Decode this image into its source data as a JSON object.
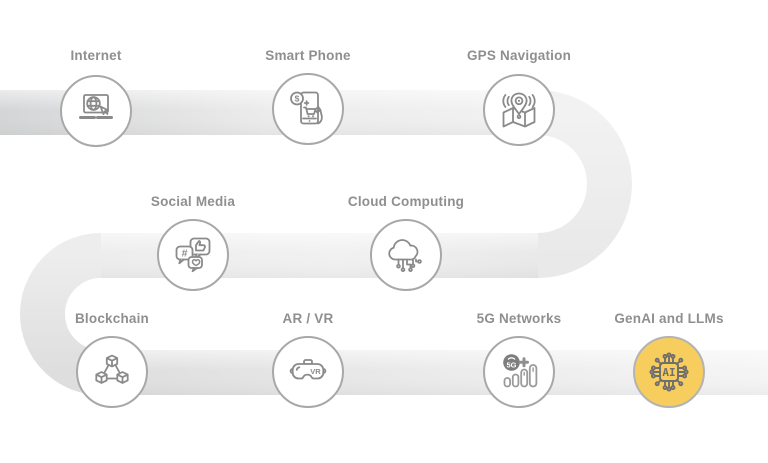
{
  "diagram": {
    "title": "",
    "items": [
      {
        "label": "Internet",
        "icon": "laptop-globe-icon",
        "row": 1,
        "highlighted": false
      },
      {
        "label": "Smart Phone",
        "icon": "mobile-payment-icon",
        "row": 1,
        "highlighted": false
      },
      {
        "label": "GPS Navigation",
        "icon": "map-pin-icon",
        "row": 1,
        "highlighted": false
      },
      {
        "label": "Social Media",
        "icon": "chat-bubbles-icon",
        "row": 2,
        "highlighted": false
      },
      {
        "label": "Cloud Computing",
        "icon": "cloud-circuit-icon",
        "row": 2,
        "highlighted": false
      },
      {
        "label": "Blockchain",
        "icon": "cubes-network-icon",
        "row": 3,
        "highlighted": false
      },
      {
        "label": "AR / VR",
        "icon": "vr-headset-icon",
        "row": 3,
        "highlighted": false
      },
      {
        "label": "5G Networks",
        "icon": "5g-signal-icon",
        "row": 3,
        "highlighted": false
      },
      {
        "label": "GenAI and LLMs",
        "icon": "ai-chip-icon",
        "row": 3,
        "highlighted": true
      }
    ],
    "icon_glyphs": {
      "dollar": "$",
      "hash": "#",
      "five_g": "5G",
      "plus": "+",
      "vr": "VR",
      "ai": "AI"
    },
    "colors": {
      "label_text": "#8f8f8f",
      "icon_stroke": "#8a8a8a",
      "circle_border": "#a8a8a8",
      "highlight_fill": "#f7cd5e",
      "highlight_icon_stroke": "#6f6f6f",
      "badge_fill": "#7d7d7d",
      "ribbon_dark": "#d4d5d6",
      "ribbon_light": "#f5f5f5"
    }
  }
}
